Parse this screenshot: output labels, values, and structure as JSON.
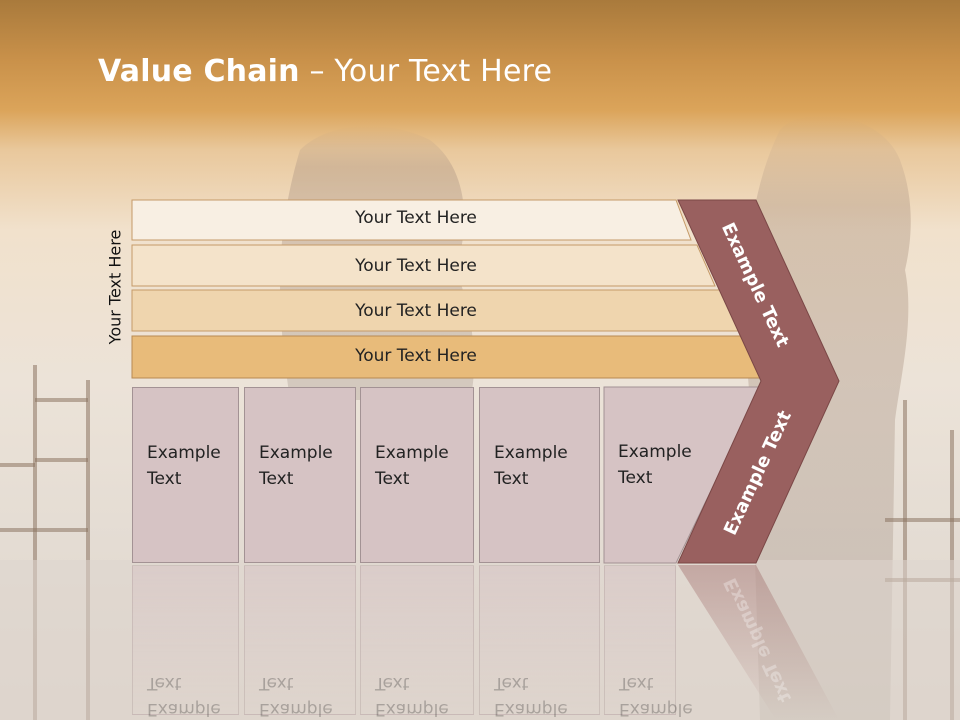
{
  "title": {
    "bold": "Value Chain",
    "rest": " – Your Text Here"
  },
  "side_label": "Your Text Here",
  "bars": [
    {
      "label": "Your Text Here"
    },
    {
      "label": "Your Text Here"
    },
    {
      "label": "Your Text Here"
    },
    {
      "label": "Your Text Here"
    }
  ],
  "boxes": [
    {
      "line1": "Example",
      "line2": "Text"
    },
    {
      "line1": "Example",
      "line2": "Text"
    },
    {
      "line1": "Example",
      "line2": "Text"
    },
    {
      "line1": "Example",
      "line2": "Text"
    },
    {
      "line1": "Example",
      "line2": "Text"
    }
  ],
  "arrow": {
    "upper_label": "Example Text",
    "lower_label": "Example Text"
  },
  "colors": {
    "bar1": "#f8efe3",
    "bar2": "#f4e3ca",
    "bar3": "#efd5ae",
    "bar4": "#e8bb7a",
    "box": "#d6c3c4",
    "arrow": "#99605f"
  }
}
